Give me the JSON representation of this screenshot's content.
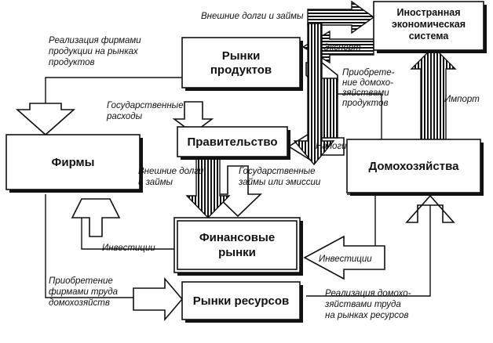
{
  "boxes": {
    "product_markets": "Рынки\nпродуктов",
    "foreign_system": "Иностранная\nэкономическая\nсистема",
    "firms": "Фирмы",
    "government": "Правительство",
    "households": "Домохозяйства",
    "financial_markets": "Финансовые\nрынки",
    "resource_markets": "Рынки ресурсов"
  },
  "flows": {
    "firms_sales_products": "Реализация фирмами\nпродукции на рынках\nпродуктов",
    "foreign_debts_top": "Внешние долги и займы",
    "export": "Экспорт",
    "households_purchase_products": "Приобрете-\nние домохо-\nзяйствами\nпродуктов",
    "import": "Импорт",
    "government_spending": "Государственные\nрасходы",
    "taxes": "Налоги",
    "foreign_debts_mid": "Внешние долги\nи займы",
    "government_loans": "Государственные\nзаймы или эмиссии",
    "investments_left": "Инвестиции",
    "investments_right": "Инвестиции",
    "firms_purchase_labor": "Приобретение\nфирмами труда\nдомохозяйств",
    "households_sell_labor": "Реализация домохо-\nзяйствами труда\nна рынках ресурсов"
  }
}
